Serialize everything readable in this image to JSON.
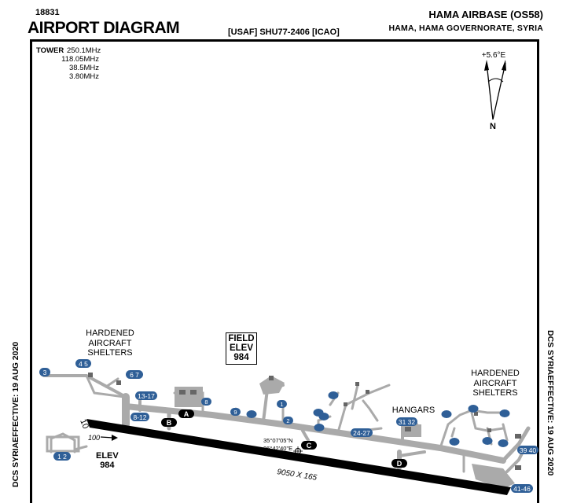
{
  "header": {
    "id": "18831",
    "title": "AIRPORT DIAGRAM",
    "source": "[USAF] SHU77-2406 [ICAO]",
    "airport": "HAMA AIRBASE (OS58)",
    "location": "HAMA, HAMA GOVERNORATE,  SYRIA"
  },
  "frequencies": {
    "label": "TOWER",
    "values": [
      "250.1MHz",
      "118.05MHz",
      "38.5MHz",
      "3.80MHz"
    ]
  },
  "north": {
    "variation": "+5.6°E",
    "letter": "N"
  },
  "side_text": {
    "left": "DCS SYRIAEFFECTIVE: 19 AUG 2020",
    "right": "DCS SYRIAEFFECTIVE: 19 AUG 2020"
  },
  "field_elev": {
    "line1": "FIELD",
    "line2": "ELEV",
    "value": "984"
  },
  "labels": {
    "shelters_left": [
      "HARDENED",
      "AIRCRAFT",
      "SHELTERS"
    ],
    "shelters_right": [
      "HARDENED",
      "AIRCRAFT",
      "SHELTERS"
    ],
    "hangars": "HANGARS",
    "elev": [
      "ELEV",
      "984"
    ]
  },
  "runway": {
    "end_label": "10",
    "heading_label": "100",
    "dimensions": "9050  X 165"
  },
  "coordinates": [
    "35°07'05\"N",
    "36°42'40\"E"
  ],
  "taxiways": [
    "A",
    "B",
    "C",
    "D"
  ],
  "parking": [
    "3",
    "4 5",
    "6 7",
    "13-17",
    "8-12",
    "1 2",
    "8",
    "9",
    "1",
    "2",
    "24-27",
    "31 32",
    "39 40",
    "41-46"
  ],
  "colors": {
    "pavement": "#aaaaaa",
    "runway": "#000000",
    "badge": "#2f5f97",
    "taxi_label": "#000000"
  }
}
